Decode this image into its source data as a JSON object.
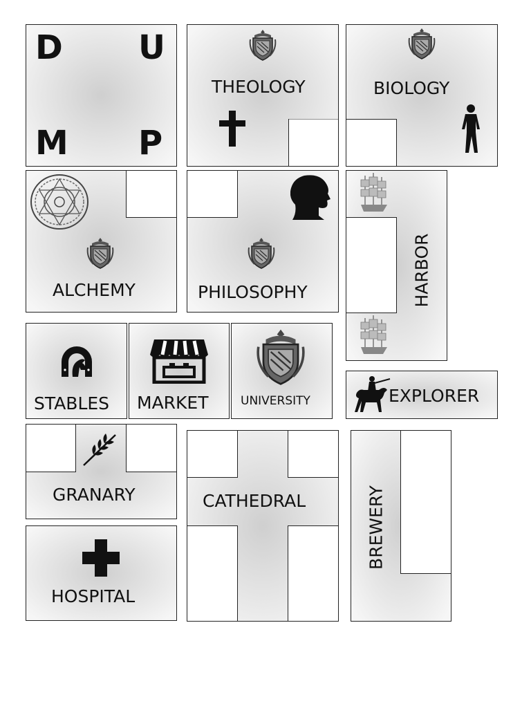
{
  "pieces": {
    "dump": {
      "letters": [
        "D",
        "U",
        "M",
        "P"
      ]
    },
    "theology": {
      "label": "THEOLOGY"
    },
    "biology": {
      "label": "BIOLOGY"
    },
    "alchemy": {
      "label": "ALCHEMY"
    },
    "philosophy": {
      "label": "PHILOSOPHY"
    },
    "harbor": {
      "label": "HARBOR"
    },
    "stables": {
      "label": "STABLES"
    },
    "market": {
      "label": "MARKET"
    },
    "university": {
      "label": "UNIVERSITY"
    },
    "explorer": {
      "label": "EXPLORER"
    },
    "granary": {
      "label": "GRANARY"
    },
    "cathedral": {
      "label": "CATHEDRAL"
    },
    "brewery": {
      "label": "BREWERY"
    },
    "hospital": {
      "label": "HOSPITAL"
    }
  },
  "icons": {
    "theology": [
      "crest-icon",
      "cross-icon"
    ],
    "biology": [
      "crest-icon",
      "walking-man-icon"
    ],
    "alchemy": [
      "transmutation-circle-icon",
      "crest-icon"
    ],
    "philosophy": [
      "head-silhouette-icon",
      "crest-icon"
    ],
    "harbor": [
      "sailing-ship-icon",
      "sailing-ship-icon"
    ],
    "stables": [
      "horseshoe-horse-icon"
    ],
    "market": [
      "storefront-icon"
    ],
    "university": [
      "university-crest-icon"
    ],
    "explorer": [
      "horse-rider-icon"
    ],
    "granary": [
      "wheat-icon"
    ],
    "hospital": [
      "medical-cross-icon"
    ]
  },
  "colors": {
    "tile_center": "#d2d2d2",
    "tile_edge": "#f5f5f5",
    "outline": "#222222",
    "text": "#111111"
  }
}
